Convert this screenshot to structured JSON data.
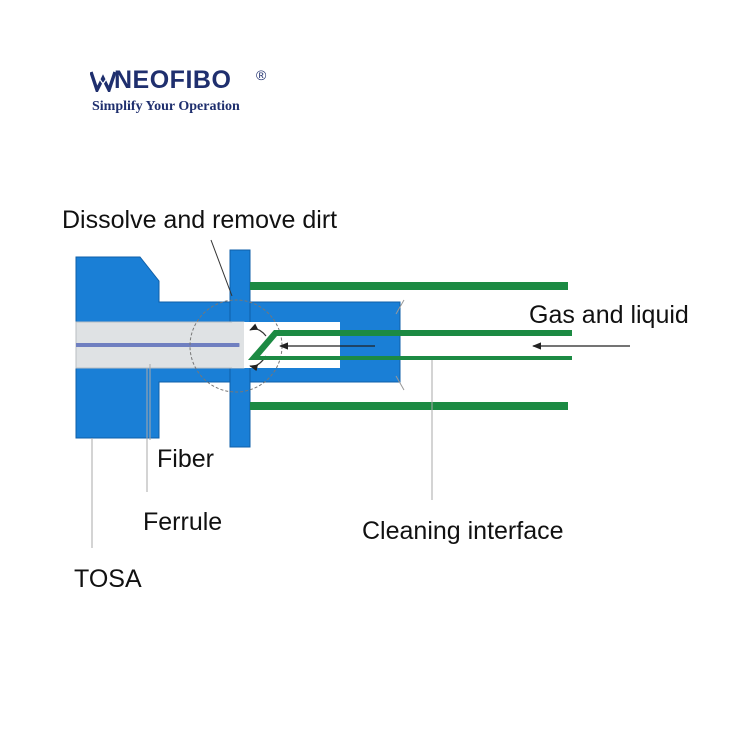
{
  "brand": {
    "name": "NEOFIBO",
    "registered": "®",
    "tagline": "Simplify Your Operation",
    "logo_icon": "fiber-w-logo-icon",
    "color": "#1f2f6e"
  },
  "labels": {
    "dissolve": "Dissolve and remove dirt",
    "gas_liquid": "Gas and liquid",
    "fiber": "Fiber",
    "ferrule": "Ferrule",
    "cleaning_interface": "Cleaning interface",
    "tosa": "TOSA"
  },
  "colors": {
    "tosa_blue": "#1a7fd6",
    "ferrule_gray": "#dfe2e4",
    "fiber_core": "#6f7fc0",
    "cleaner_green": "#1c8a43"
  }
}
